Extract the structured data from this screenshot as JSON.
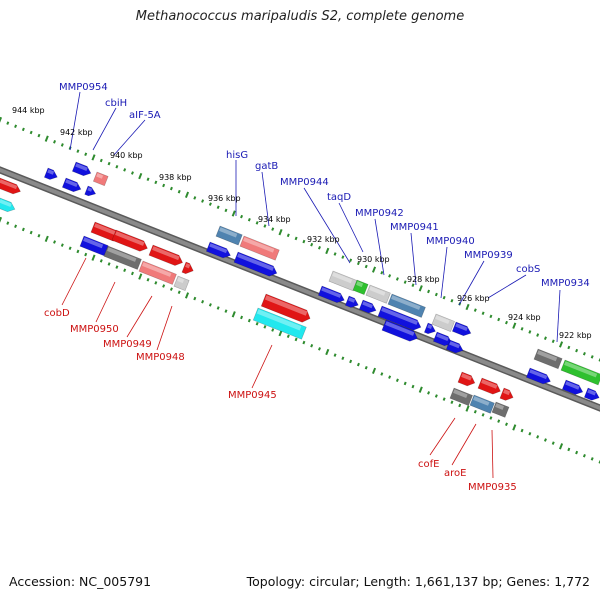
{
  "title": "Methanococcus maripaludis S2, complete genome",
  "footer": {
    "accession": "Accession: NC_005791",
    "topology": "Topology: circular; Length: 1,661,137 bp; Genes: 1,772"
  },
  "colors": {
    "upper_label": "#1a1ab4",
    "lower_label": "#cc1111",
    "backbone": "#8a8a8a",
    "tick_ring": "#2e8b2e",
    "blue": "#1111dd",
    "red": "#e01515",
    "pink": "#f07a7a",
    "cyan": "#22e8ee",
    "steel": "#4f83b0",
    "gray": "#8c8c8c",
    "dark_gray": "#6e6e6e",
    "light_gray": "#cccccc",
    "green": "#2ec02e"
  },
  "scale_labels": [
    "944 kbp",
    "942 kbp",
    "940 kbp",
    "938 kbp",
    "936 kbp",
    "934 kbp",
    "932 kbp",
    "930 kbp",
    "928 kbp",
    "926 kbp",
    "924 kbp",
    "922 kbp"
  ],
  "upper_gene_labels": [
    "MMP0954",
    "cbiH",
    "aIF-5A",
    "hisG",
    "gatB",
    "MMP0944",
    "taqD",
    "MMP0942",
    "MMP0941",
    "MMP0940",
    "MMP0939",
    "cobS",
    "MMP0934"
  ],
  "lower_gene_labels": [
    "cobD",
    "MMP0950",
    "MMP0949",
    "MMP0948",
    "MMP0945",
    "cofE",
    "aroE",
    "MMP0935"
  ]
}
